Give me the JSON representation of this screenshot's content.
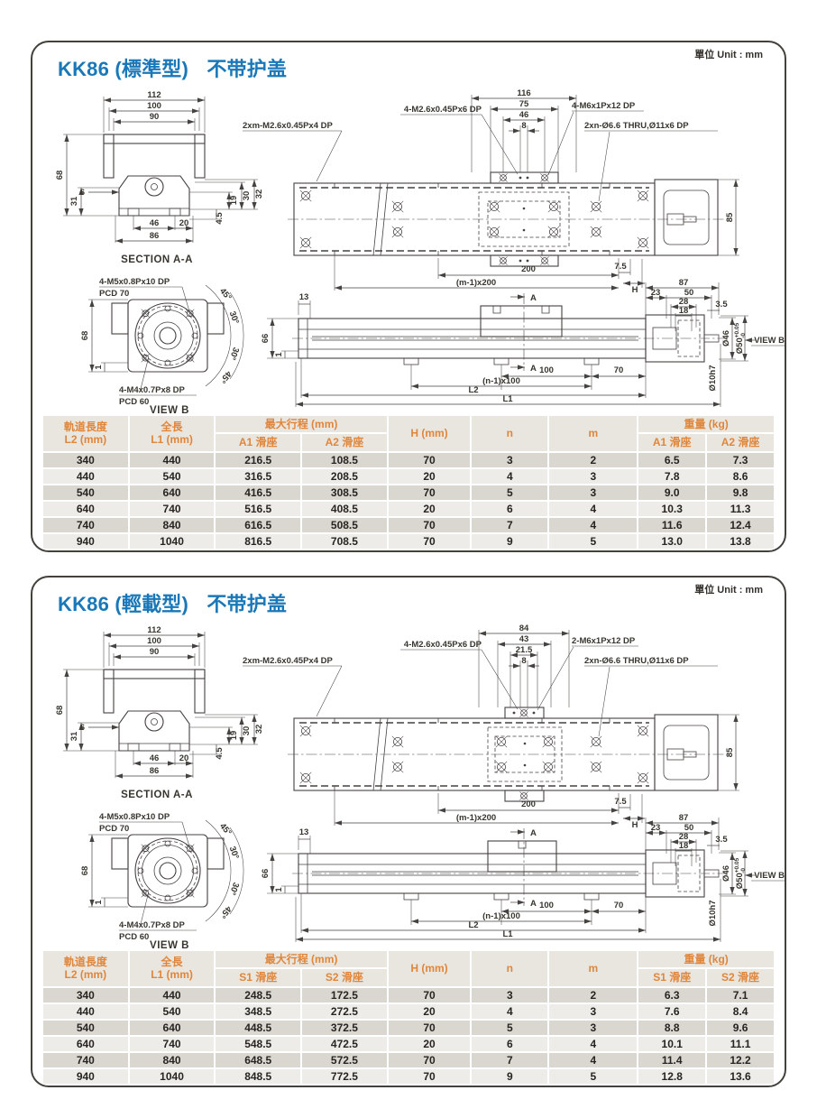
{
  "colors": {
    "title_blue": "#1a78b8",
    "header_orange": "#e0863a",
    "line": "#454240",
    "row_dark": "#dad7d1",
    "row_light": "#edece8",
    "header_bg": "#e9e6e0"
  },
  "panels": [
    {
      "unit_label": "單位 Unit : mm",
      "title": {
        "model": "KK86",
        "variant": "(標準型)",
        "suffix": "不带护盖"
      },
      "drw": {
        "sec": {
          "caption": "SECTION A-A",
          "d112": "112",
          "d100": "100",
          "d90": "90",
          "d68": "68",
          "d31": "31",
          "d6": "6",
          "d19": "19",
          "d30": "30",
          "d32": "32",
          "d45": "4.5",
          "d46": "46",
          "d20": "20",
          "d86": "86"
        },
        "plan": {
          "lbl_top": "4-M2.6x0.45Px6 DP",
          "lbl_rail": "2xm-M2.6x0.45Px4 DP",
          "lbl_block": "4-M6x1Px12 DP",
          "lbl_holes": "2xn-Ø6.6 THRU,Ø11x6 DP",
          "da": "116",
          "db": "75",
          "dc": "46",
          "dd": "8",
          "d85": "85",
          "d200": "200",
          "dm": "(m-1)x200",
          "d75": "7.5",
          "dh": "H"
        },
        "vb": {
          "caption": "VIEW B",
          "lbl1": "4-M5x0.8Px10 DP",
          "lbl2": "PCD 70",
          "lbl3": "4-M4x0.7Px8 DP",
          "lbl4": "PCD 60",
          "d68": "68",
          "d1": "1",
          "a1": "45°",
          "a2": "30°",
          "a3": "30°",
          "a4": "45°"
        },
        "side": {
          "d13": "13",
          "d66": "66",
          "d1": "1",
          "a": "A",
          "d87": "87",
          "d23": "23",
          "d50": "50",
          "d28": "28",
          "d18": "18",
          "d35": "3.5",
          "dia46": "Ø46",
          "dia50": "Ø50",
          "tol_sup": "+0.05",
          "tol_sub": "-0",
          "dia10": "Ø10h7",
          "d100": "100",
          "d70": "70",
          "dn": "(n-1)x100",
          "l2": "L2",
          "l1": "L1",
          "viewb": "VIEW B"
        }
      },
      "table": {
        "h_l2a": "軌道長度",
        "h_l2b": "L2 (mm)",
        "h_l1a": "全長",
        "h_l1b": "L1 (mm)",
        "h_stroke": "最大行程 (mm)",
        "h_s1": "A1 滑座",
        "h_s2": "A2 滑座",
        "h_h": "H (mm)",
        "h_n": "n",
        "h_m": "m",
        "h_w": "重量 (kg)",
        "h_w1": "A1 滑座",
        "h_w2": "A2 滑座",
        "rows": [
          [
            "340",
            "440",
            "216.5",
            "108.5",
            "70",
            "3",
            "2",
            "6.5",
            "7.3"
          ],
          [
            "440",
            "540",
            "316.5",
            "208.5",
            "20",
            "4",
            "3",
            "7.8",
            "8.6"
          ],
          [
            "540",
            "640",
            "416.5",
            "308.5",
            "70",
            "5",
            "3",
            "9.0",
            "9.8"
          ],
          [
            "640",
            "740",
            "516.5",
            "408.5",
            "20",
            "6",
            "4",
            "10.3",
            "11.3"
          ],
          [
            "740",
            "840",
            "616.5",
            "508.5",
            "70",
            "7",
            "4",
            "11.6",
            "12.4"
          ],
          [
            "940",
            "1040",
            "816.5",
            "708.5",
            "70",
            "9",
            "5",
            "13.0",
            "13.8"
          ]
        ]
      }
    },
    {
      "unit_label": "單位 Unit : mm",
      "title": {
        "model": "KK86",
        "variant": "(輕載型)",
        "suffix": "不带护盖"
      },
      "drw": {
        "sec": {
          "caption": "SECTION A-A",
          "d112": "112",
          "d100": "100",
          "d90": "90",
          "d68": "68",
          "d31": "31",
          "d6": "6",
          "d19": "19",
          "d30": "30",
          "d32": "32",
          "d45": "4.5",
          "d46": "46",
          "d20": "20",
          "d86": "86"
        },
        "plan": {
          "lbl_top": "4-M2.6x0.45Px6 DP",
          "lbl_rail": "2xm-M2.6x0.45Px4 DP",
          "lbl_block": "2-M6x1Px12 DP",
          "lbl_holes": "2xn-Ø6.6 THRU,Ø11x6 DP",
          "da": "84",
          "db": "43",
          "dc": "21.5",
          "dd": "8",
          "d85": "85",
          "d200": "200",
          "dm": "(m-1)x200",
          "d75": "7.5",
          "dh": "H"
        },
        "vb": {
          "caption": "VIEW B",
          "lbl1": "4-M5x0.8Px10 DP",
          "lbl2": "PCD 70",
          "lbl3": "4-M4x0.7Px8 DP",
          "lbl4": "PCD 60",
          "d68": "68",
          "d1": "1",
          "a1": "45°",
          "a2": "30°",
          "a3": "30°",
          "a4": "45°"
        },
        "side": {
          "d13": "13",
          "d66": "66",
          "d1": "1",
          "a": "A",
          "d87": "87",
          "d23": "23",
          "d50": "50",
          "d28": "28",
          "d18": "18",
          "d35": "3.5",
          "dia46": "Ø46",
          "dia50": "Ø50",
          "tol_sup": "+0.05",
          "tol_sub": "-0",
          "dia10": "Ø10h7",
          "d100": "100",
          "d70": "70",
          "dn": "(n-1)x100",
          "l2": "L2",
          "l1": "L1",
          "viewb": "VIEW B"
        }
      },
      "table": {
        "h_l2a": "軌道長度",
        "h_l2b": "L2 (mm)",
        "h_l1a": "全長",
        "h_l1b": "L1 (mm)",
        "h_stroke": "最大行程 (mm)",
        "h_s1": "S1 滑座",
        "h_s2": "S2 滑座",
        "h_h": "H (mm)",
        "h_n": "n",
        "h_m": "m",
        "h_w": "重量 (kg)",
        "h_w1": "S1 滑座",
        "h_w2": "S2 滑座",
        "rows": [
          [
            "340",
            "440",
            "248.5",
            "172.5",
            "70",
            "3",
            "2",
            "6.3",
            "7.1"
          ],
          [
            "440",
            "540",
            "348.5",
            "272.5",
            "20",
            "4",
            "3",
            "7.6",
            "8.4"
          ],
          [
            "540",
            "640",
            "448.5",
            "372.5",
            "70",
            "5",
            "3",
            "8.8",
            "9.6"
          ],
          [
            "640",
            "740",
            "548.5",
            "472.5",
            "20",
            "6",
            "4",
            "10.1",
            "11.1"
          ],
          [
            "740",
            "840",
            "648.5",
            "572.5",
            "70",
            "7",
            "4",
            "11.4",
            "12.2"
          ],
          [
            "940",
            "1040",
            "848.5",
            "772.5",
            "70",
            "9",
            "5",
            "12.8",
            "13.6"
          ]
        ]
      }
    }
  ]
}
